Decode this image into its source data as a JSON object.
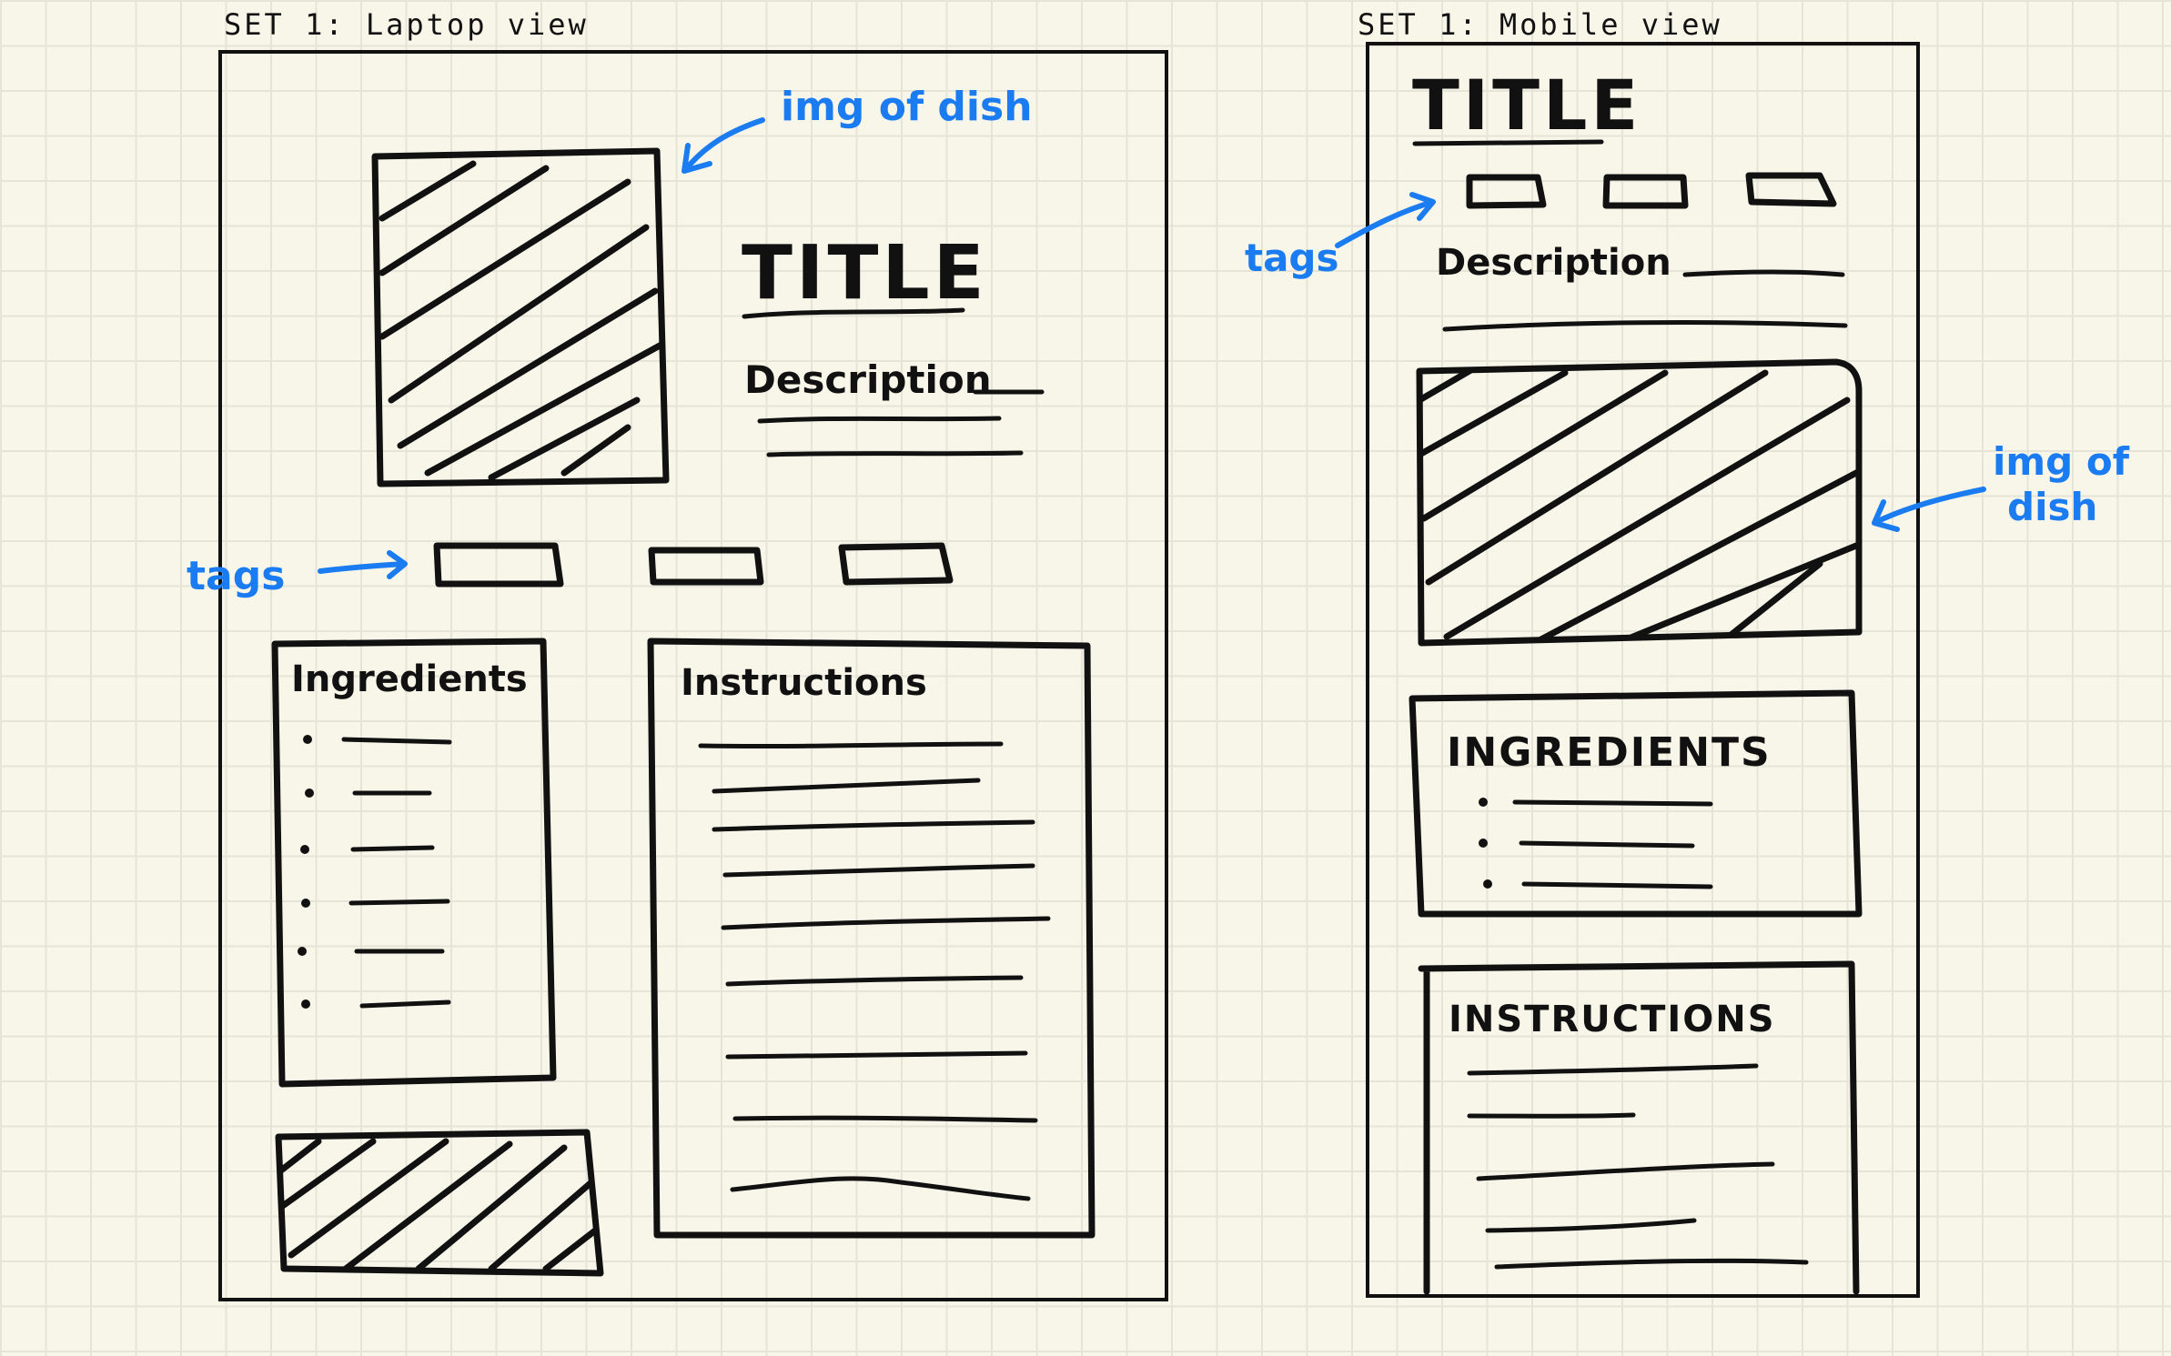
{
  "laptop": {
    "heading": "SET 1: Laptop view",
    "title": "TITLE",
    "description": "Description",
    "ingredients_label": "Ingredients",
    "instructions_label": "Instructions",
    "annotation_image": "img of dish",
    "annotation_tags": "tags"
  },
  "mobile": {
    "heading": "SET 1: Mobile view",
    "title": "TITLE",
    "description": "Description",
    "ingredients_label": "INGREDIENTS",
    "instructions_label": "INSTRUCTIONS",
    "annotation_image_line1": "img of",
    "annotation_image_line2": "dish",
    "annotation_tags": "tags"
  }
}
